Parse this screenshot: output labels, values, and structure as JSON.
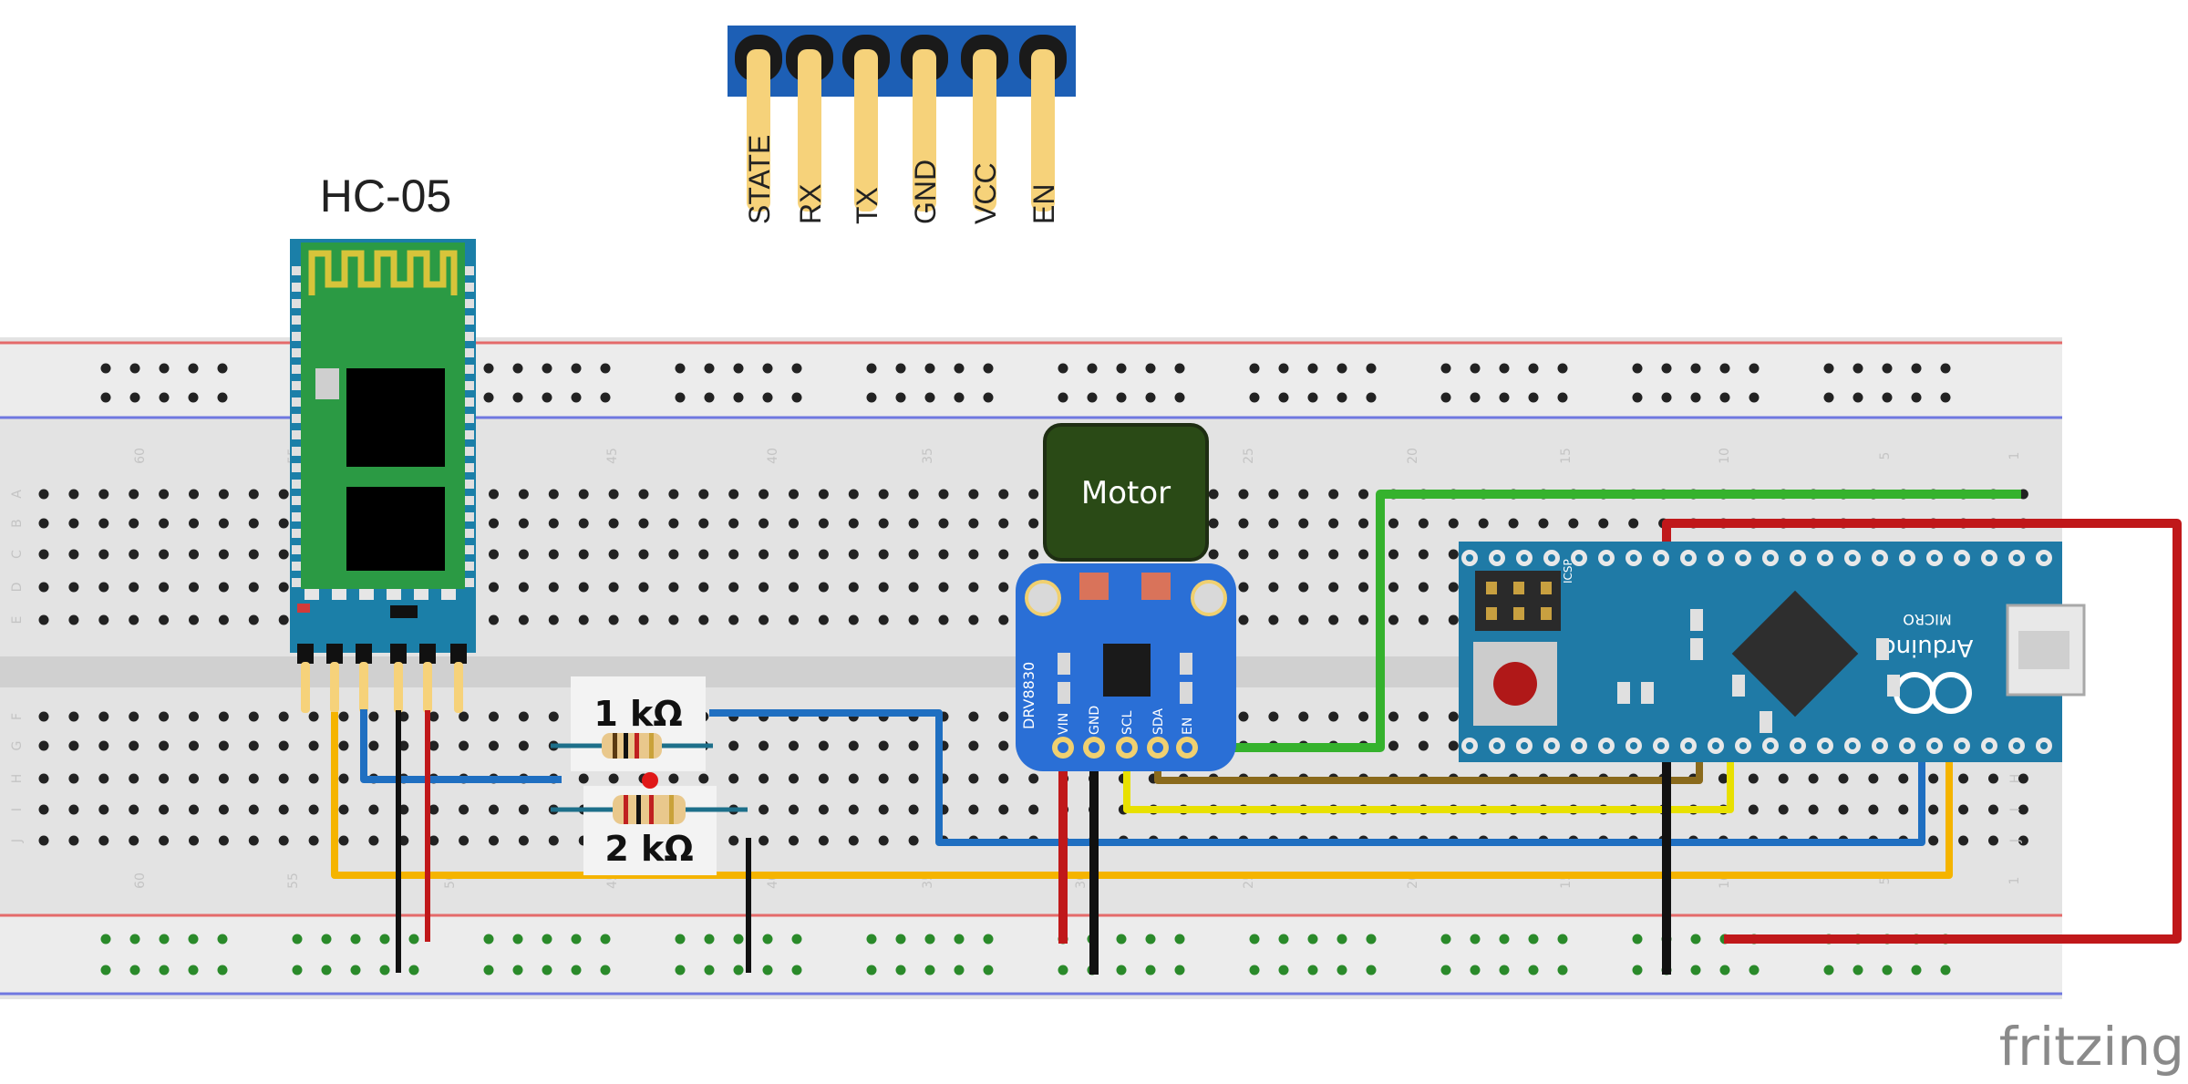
{
  "title": "HC-05",
  "header_pins": [
    {
      "label": "STATE"
    },
    {
      "label": "RX"
    },
    {
      "label": "TX"
    },
    {
      "label": "GND"
    },
    {
      "label": "VCC"
    },
    {
      "label": "EN"
    }
  ],
  "motor_label": "Motor",
  "resistors": [
    {
      "label": "1 kΩ"
    },
    {
      "label": "2 kΩ"
    }
  ],
  "breadboard_col_labels": [
    "60",
    "55",
    "50",
    "45",
    "40",
    "35",
    "30",
    "25",
    "20",
    "15",
    "10",
    "5",
    "1"
  ],
  "breadboard_row_labels_top": [
    "A",
    "B",
    "C",
    "D",
    "E"
  ],
  "breadboard_row_labels_bottom": [
    "F",
    "G",
    "H",
    "I",
    "J"
  ],
  "driver_pin_labels": [
    "VIN",
    "GND",
    "SCL",
    "SDA",
    "EN"
  ],
  "driver_board_text": "DRV8830",
  "arduino_text": {
    "brand": "Arduino",
    "model": "MICRO",
    "icsp": "ICSP"
  },
  "watermark": "fritzing",
  "colors": {
    "wire_blue": "#1f6fc1",
    "wire_yellow": "#f5b400",
    "wire_green": "#35b22d",
    "wire_red": "#c0181a",
    "wire_black": "#111111",
    "wire_brown": "#8a6a1c",
    "wire_lime": "#e8e000",
    "motor_fill": "#2a4a16",
    "pcb_green": "#2b9a44",
    "arduino_teal": "#1f7aa6",
    "driver_blue": "#2a6fd6"
  }
}
